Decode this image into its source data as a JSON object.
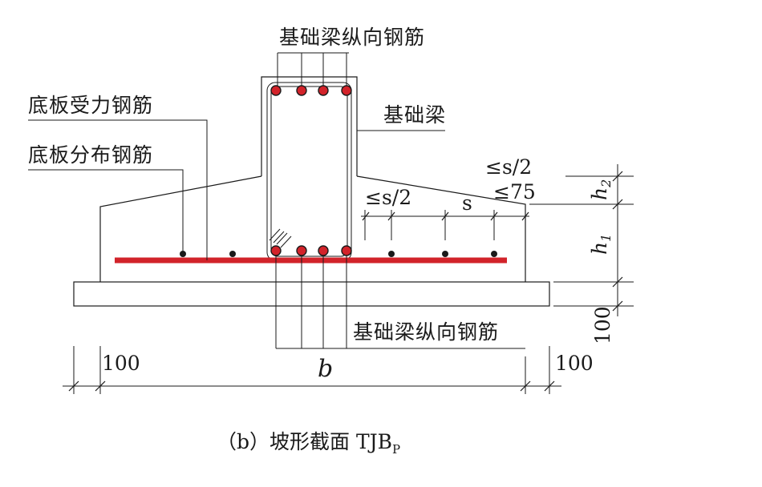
{
  "labels": {
    "beam_longitudinal_top": "基础梁纵向钢筋",
    "slab_stressed_rebar": "底板受力钢筋",
    "slab_distribution_rebar": "底板分布钢筋",
    "foundation_beam": "基础梁",
    "beam_longitudinal_bottom": "基础梁纵向钢筋"
  },
  "dimensions": {
    "s_half_right": "≤s/2",
    "max_75": "≤75",
    "s_half_mid": "≤s/2",
    "s": "s",
    "h2_main": "h",
    "h2_sub": "2",
    "h1_main": "h",
    "h1_sub": "1",
    "cover_bottom": "100",
    "left_offset": "100",
    "width_b": "b",
    "right_offset": "100"
  },
  "caption": {
    "main": "（b）坡形截面 TJB",
    "sub": "P"
  },
  "colors": {
    "rebar": "#d2232a",
    "line": "#1a1a1a"
  }
}
